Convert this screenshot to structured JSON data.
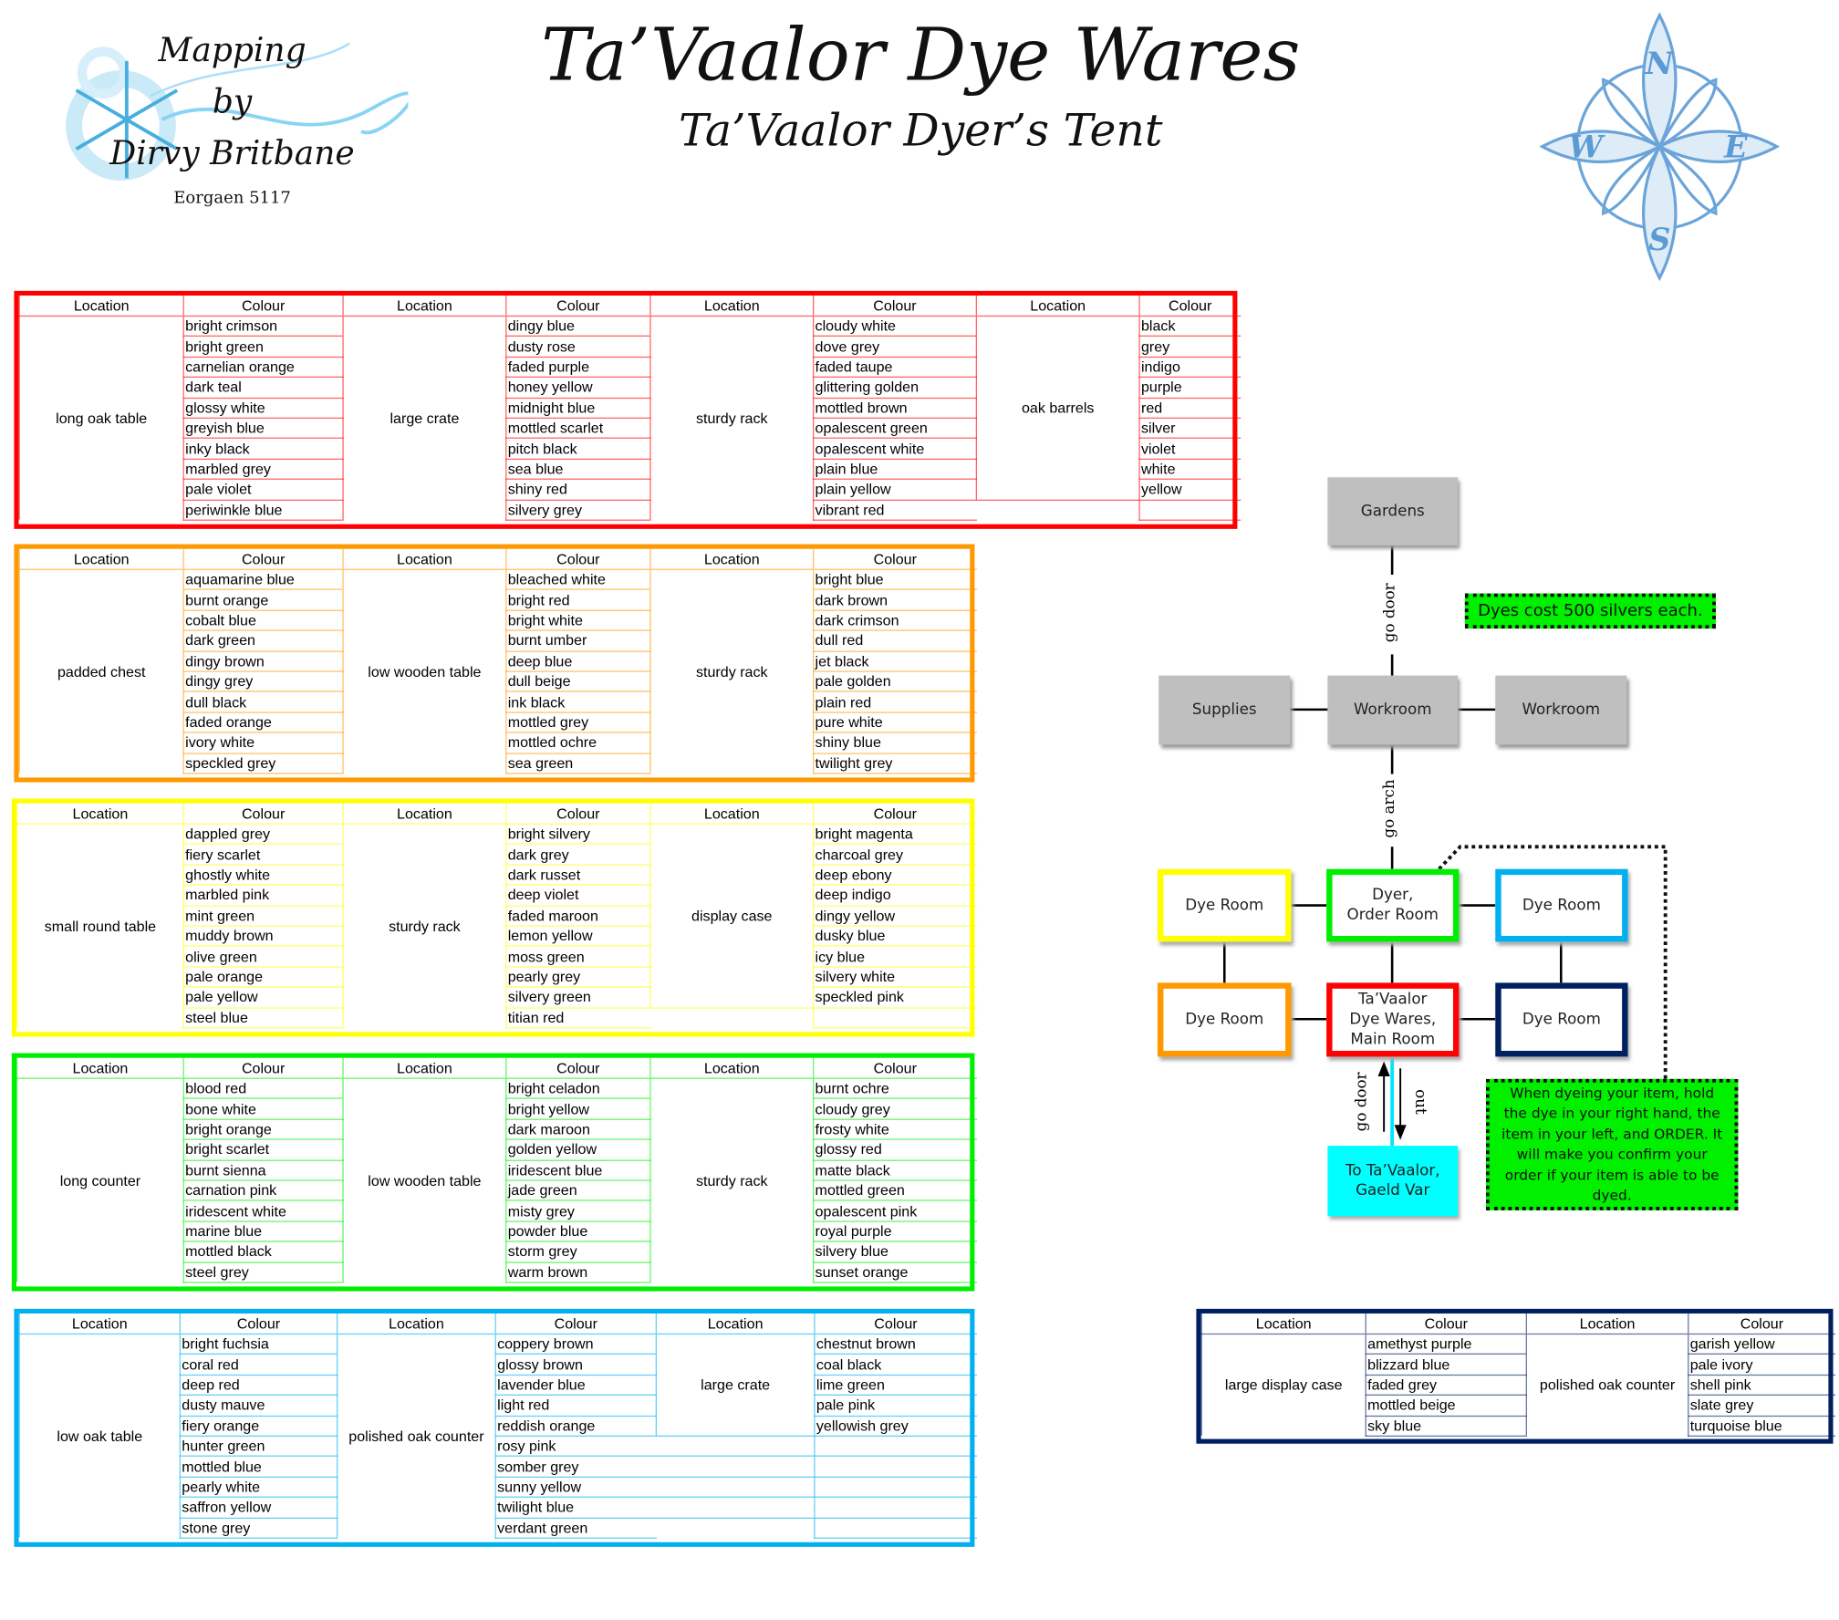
{
  "logo": {
    "line1": "Mapping",
    "line2": "by",
    "line3": "Dirvy Britbane",
    "date": "Eorgaen 5117"
  },
  "header": {
    "title": "Ta’Vaalor Dye Wares",
    "subtitle": "Ta’Vaalor Dyer’s Tent"
  },
  "compass": {
    "n": "N",
    "e": "E",
    "s": "S",
    "w": "W"
  },
  "table_headers": {
    "location": "Location",
    "colour": "Colour"
  },
  "tables": [
    {
      "room": "red",
      "color": "#ff0000",
      "groups": [
        {
          "location": "long oak table",
          "colours": [
            "bright crimson",
            "bright green",
            "carnelian orange",
            "dark teal",
            "glossy white",
            "greyish blue",
            "inky black",
            "marbled grey",
            "pale violet",
            "periwinkle blue"
          ]
        },
        {
          "location": "large crate",
          "colours": [
            "dingy blue",
            "dusty rose",
            "faded purple",
            "honey yellow",
            "midnight blue",
            "mottled scarlet",
            "pitch black",
            "sea blue",
            "shiny red",
            "silvery grey"
          ]
        },
        {
          "location": "sturdy rack",
          "colours": [
            "cloudy white",
            "dove grey",
            "faded taupe",
            "glittering golden",
            "mottled brown",
            "opalescent green",
            "opalescent white",
            "plain blue",
            "plain yellow",
            "vibrant red"
          ]
        },
        {
          "location": "oak barrels",
          "colours": [
            "black",
            "grey",
            "indigo",
            "purple",
            "red",
            "silver",
            "violet",
            "white",
            "yellow"
          ]
        }
      ]
    },
    {
      "room": "orange",
      "color": "#ff9900",
      "groups": [
        {
          "location": "padded chest",
          "colours": [
            "aquamarine blue",
            "burnt orange",
            "cobalt blue",
            "dark green",
            "dingy brown",
            "dingy grey",
            "dull black",
            "faded orange",
            "ivory white",
            "speckled grey"
          ]
        },
        {
          "location": "low wooden table",
          "colours": [
            "bleached white",
            "bright red",
            "bright white",
            "burnt umber",
            "deep blue",
            "dull beige",
            "ink black",
            "mottled grey",
            "mottled ochre",
            "sea green"
          ]
        },
        {
          "location": "sturdy rack",
          "colours": [
            "bright blue",
            "dark brown",
            "dark crimson",
            "dull red",
            "jet black",
            "pale golden",
            "plain red",
            "pure white",
            "shiny blue",
            "twilight grey"
          ]
        }
      ]
    },
    {
      "room": "yellow",
      "color": "#ffff00",
      "groups": [
        {
          "location": "small round table",
          "colours": [
            "dappled grey",
            "fiery scarlet",
            "ghostly white",
            "marbled pink",
            "mint green",
            "muddy brown",
            "olive green",
            "pale orange",
            "pale yellow",
            "steel blue"
          ]
        },
        {
          "location": "sturdy rack",
          "colours": [
            "bright silvery",
            "dark grey",
            "dark russet",
            "deep violet",
            "faded maroon",
            "lemon yellow",
            "moss green",
            "pearly grey",
            "silvery green",
            "titian red"
          ]
        },
        {
          "location": "display case",
          "colours": [
            "bright magenta",
            "charcoal grey",
            "deep ebony",
            "deep indigo",
            "dingy yellow",
            "dusky blue",
            "icy blue",
            "silvery white",
            "speckled pink"
          ]
        }
      ]
    },
    {
      "room": "green",
      "color": "#00ee00",
      "groups": [
        {
          "location": "long counter",
          "colours": [
            "blood red",
            "bone white",
            "bright orange",
            "bright scarlet",
            "burnt sienna",
            "carnation pink",
            "iridescent white",
            "marine blue",
            "mottled black",
            "steel grey"
          ]
        },
        {
          "location": "low wooden table",
          "colours": [
            "bright celadon",
            "bright yellow",
            "dark maroon",
            "golden yellow",
            "iridescent blue",
            "jade green",
            "misty grey",
            "powder blue",
            "storm grey",
            "warm brown"
          ]
        },
        {
          "location": "sturdy rack",
          "colours": [
            "burnt ochre",
            "cloudy grey",
            "frosty white",
            "glossy red",
            "matte black",
            "mottled green",
            "opalescent pink",
            "royal purple",
            "silvery blue",
            "sunset orange"
          ]
        }
      ]
    },
    {
      "room": "light-blue",
      "color": "#00b0f0",
      "groups": [
        {
          "location": "low oak table",
          "colours": [
            "bright fuchsia",
            "coral red",
            "deep red",
            "dusty mauve",
            "fiery orange",
            "hunter green",
            "mottled blue",
            "pearly white",
            "saffron yellow",
            "stone grey"
          ]
        },
        {
          "location": "polished oak counter",
          "colours": [
            "coppery brown",
            "glossy brown",
            "lavender blue",
            "light red",
            "reddish orange",
            "rosy pink",
            "somber grey",
            "sunny yellow",
            "twilight blue",
            "verdant green"
          ]
        },
        {
          "location": "large crate",
          "colours": [
            "chestnut brown",
            "coal black",
            "lime green",
            "pale pink",
            "yellowish grey"
          ]
        }
      ]
    },
    {
      "room": "navy",
      "color": "#002060",
      "groups": [
        {
          "location": "large display case",
          "colours": [
            "amethyst purple",
            "blizzard blue",
            "faded grey",
            "mottled beige",
            "sky blue"
          ]
        },
        {
          "location": "polished oak counter",
          "colours": [
            "garish yellow",
            "pale ivory",
            "shell pink",
            "slate grey",
            "turquoise blue"
          ]
        }
      ]
    }
  ],
  "map": {
    "rooms": {
      "gardens": "Gardens",
      "supplies": "Supplies",
      "workroom_center": "Workroom",
      "workroom_right": "Workroom",
      "dye_yellow": "Dye Room",
      "dyer": "Dyer,\nOrder Room",
      "dye_blue": "Dye Room",
      "dye_orange": "Dye Room",
      "main": "Ta’Vaalor\nDye Wares,\nMain Room",
      "dye_navy": "Dye Room",
      "exit": "To Ta’Vaalor,\nGaeld Var"
    },
    "labels": {
      "go_door_top": "go door",
      "go_arch": "go arch",
      "go_door_bottom": "go door",
      "out": "out"
    },
    "notes": {
      "cost": "Dyes cost 500 silvers each.",
      "instructions": "When dyeing your item, hold the dye in your right hand, the item in your left, and ORDER.  It will make you confirm your order if your item is able to be dyed."
    },
    "colors": {
      "yellow": "#ffff00",
      "green": "#00ee00",
      "blue": "#00b0f0",
      "orange": "#ff9900",
      "red": "#ff0000",
      "navy": "#002060",
      "cyan": "#00ffff",
      "grey": "#bfbfbf",
      "note": "#00f000"
    }
  }
}
